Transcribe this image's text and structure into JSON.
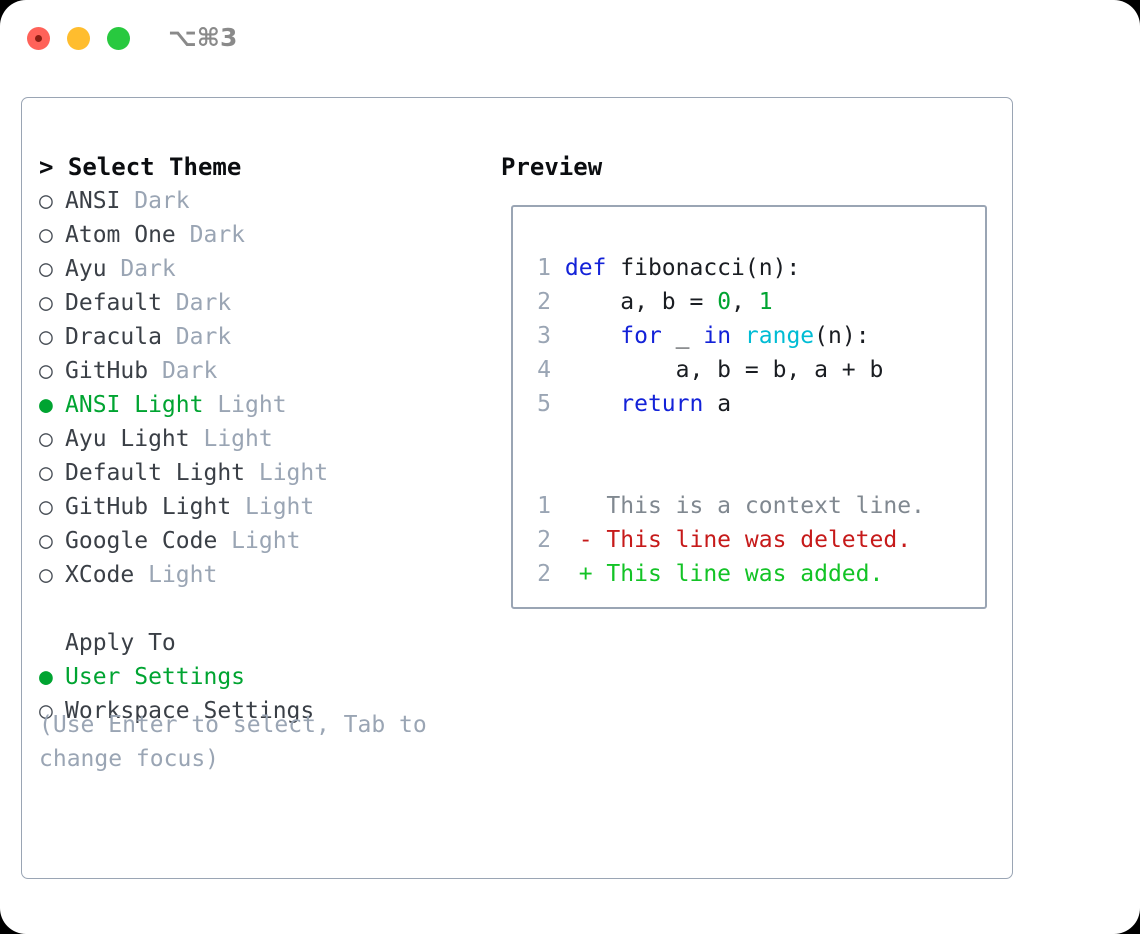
{
  "titlebar": {
    "shortcut": "⌥⌘3",
    "buttons": [
      {
        "name": "close",
        "color": "#ff6259"
      },
      {
        "name": "minimize",
        "color": "#ffbd2e"
      },
      {
        "name": "maximize",
        "color": "#28c93f"
      }
    ]
  },
  "theme_selector": {
    "heading": "> Select Theme",
    "items": [
      {
        "marker": "○",
        "name": "ANSI",
        "kind": "Dark",
        "selected": false
      },
      {
        "marker": "○",
        "name": "Atom One",
        "kind": "Dark",
        "selected": false
      },
      {
        "marker": "○",
        "name": "Ayu",
        "kind": "Dark",
        "selected": false
      },
      {
        "marker": "○",
        "name": "Default",
        "kind": "Dark",
        "selected": false
      },
      {
        "marker": "○",
        "name": "Dracula",
        "kind": "Dark",
        "selected": false
      },
      {
        "marker": "○",
        "name": "GitHub",
        "kind": "Dark",
        "selected": false
      },
      {
        "marker": "●",
        "name": "ANSI Light",
        "kind": "Light",
        "selected": true
      },
      {
        "marker": "○",
        "name": "Ayu Light",
        "kind": "Light",
        "selected": false
      },
      {
        "marker": "○",
        "name": "Default Light",
        "kind": "Light",
        "selected": false
      },
      {
        "marker": "○",
        "name": "GitHub Light",
        "kind": "Light",
        "selected": false
      },
      {
        "marker": "○",
        "name": "Google Code",
        "kind": "Light",
        "selected": false
      },
      {
        "marker": "○",
        "name": "XCode",
        "kind": "Light",
        "selected": false
      }
    ]
  },
  "apply_to": {
    "heading": "Apply To",
    "options": [
      {
        "marker": "●",
        "label": "User Settings",
        "selected": true
      },
      {
        "marker": "○",
        "label": "Workspace Settings",
        "selected": false
      }
    ]
  },
  "hint": "(Use Enter to select, Tab to change focus)",
  "preview": {
    "title": "Preview",
    "code_lines": [
      {
        "no": "1",
        "tokens": [
          {
            "t": "def",
            "c": "kw"
          },
          {
            "t": " fibonacci(n):",
            "c": "txt"
          }
        ]
      },
      {
        "no": "2",
        "tokens": [
          {
            "t": "    a, b = ",
            "c": "txt"
          },
          {
            "t": "0",
            "c": "num"
          },
          {
            "t": ", ",
            "c": "txt"
          },
          {
            "t": "1",
            "c": "num"
          }
        ]
      },
      {
        "no": "3",
        "tokens": [
          {
            "t": "    ",
            "c": "txt"
          },
          {
            "t": "for",
            "c": "kw"
          },
          {
            "t": " _ ",
            "c": "txt"
          },
          {
            "t": "in",
            "c": "kw"
          },
          {
            "t": " ",
            "c": "txt"
          },
          {
            "t": "range",
            "c": "fn"
          },
          {
            "t": "(n):",
            "c": "txt"
          }
        ]
      },
      {
        "no": "4",
        "tokens": [
          {
            "t": "        a, b = b, a + b",
            "c": "txt"
          }
        ]
      },
      {
        "no": "5",
        "tokens": [
          {
            "t": "    ",
            "c": "txt"
          },
          {
            "t": "return",
            "c": "kw"
          },
          {
            "t": " a",
            "c": "txt"
          }
        ]
      }
    ],
    "diff_lines": [
      {
        "no": "1",
        "sign": " ",
        "text": " This is a context line.",
        "c": "ctx"
      },
      {
        "no": "2",
        "sign": "-",
        "text": " This line was deleted.",
        "c": "del"
      },
      {
        "no": "2",
        "sign": "+",
        "text": " This line was added.",
        "c": "add"
      }
    ]
  },
  "colors": {
    "accent_green": "#00a431",
    "muted": "#9aa5b4",
    "keyword_blue": "#1322d8",
    "function_cyan": "#00bcd4",
    "diff_delete_red": "#c61a1a",
    "diff_add_green": "#13c326",
    "border": "#9aa5b4"
  }
}
